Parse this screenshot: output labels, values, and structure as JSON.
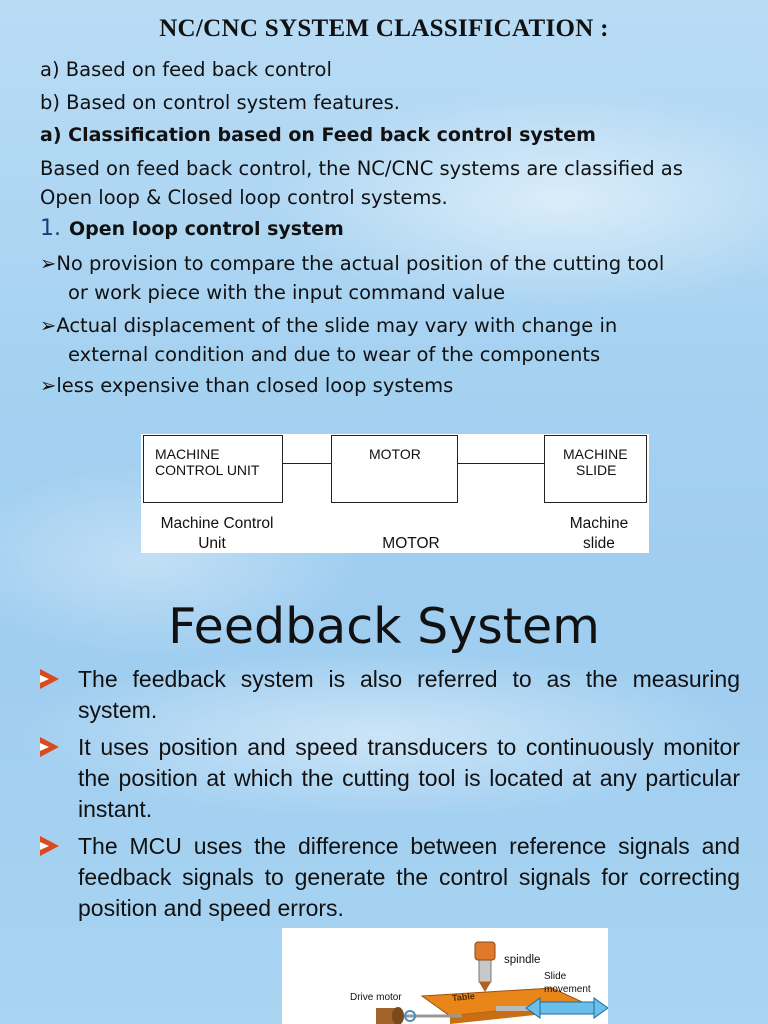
{
  "slide1": {
    "title": "NC/CNC SYSTEM CLASSIFICATION :",
    "lines": [
      "a) Based on feed back control",
      "b) Based on control system features.",
      "a) Classification based on Feed back control system",
      "Based on feed back control, the NC/CNC systems are classified as",
      "Open loop & Closed loop control systems."
    ],
    "section_number": "1.",
    "section_heading": "Open loop control system",
    "bullet_glyph": "➢",
    "bullets": [
      "No provision to compare the actual position of the cutting tool",
      "or work piece with the input command value",
      "Actual displacement of the slide may vary with change in",
      "external condition and due to wear of the components",
      "less expensive than closed loop systems"
    ],
    "diagram": {
      "box1": [
        "MACHINE",
        "CONTROL UNIT"
      ],
      "box2": "MOTOR",
      "box3": [
        "MACHINE",
        "SLIDE"
      ],
      "caption1": [
        "Machine Control",
        "Unit"
      ],
      "caption2": "MOTOR",
      "caption3": [
        "Machine",
        "slide"
      ]
    }
  },
  "slide2": {
    "title": "Feedback System",
    "bullets": [
      "The feedback system is also referred to as the measuring system.",
      "It uses position and speed transducers to continuously monitor the position at which the cutting tool is located at any particular instant.",
      "The MCU uses the difference between reference signals and feedback signals to generate the control signals for correcting position and speed errors."
    ],
    "figure_labels": {
      "spindle": "spindle",
      "slide_movement": [
        "Slide",
        "movement"
      ],
      "drive_motor": "Drive motor",
      "table": "Table"
    }
  },
  "colors": {
    "bullet_triangle": "#d94a1e",
    "number_color": "#1e3a7a",
    "table_orange": "#e8861a"
  }
}
